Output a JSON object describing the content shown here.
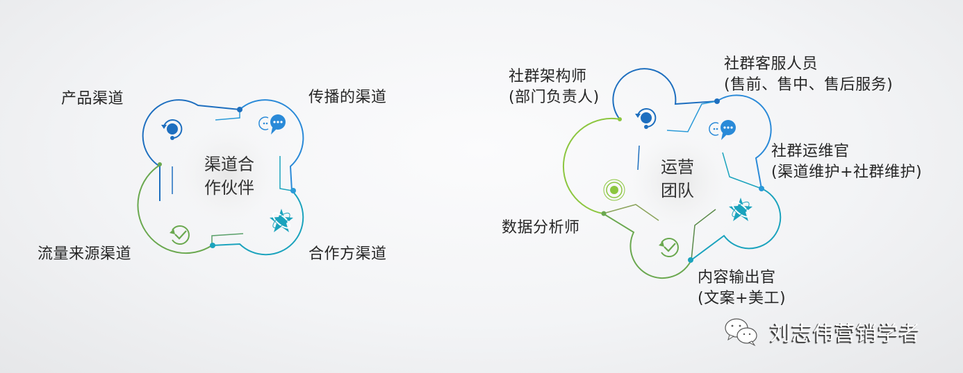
{
  "diagrams": [
    {
      "id": "channel-partners",
      "center_label": "渠道合\n作伙伴",
      "nodes": [
        {
          "label": "产品渠道",
          "icon": "refresh-cycle-icon",
          "color": "#1e6fbf"
        },
        {
          "label": "传播的渠道",
          "icon": "chat-bubble-icon",
          "color": "#2a8ad8"
        },
        {
          "label": "合作方渠道",
          "icon": "atom-star-icon",
          "color": "#1ba3bd"
        },
        {
          "label": "流量来源渠道",
          "icon": "check-circle-icon",
          "color": "#6aa84f"
        }
      ]
    },
    {
      "id": "operations-team",
      "center_label": "运营\n团队",
      "nodes": [
        {
          "label": "社群架构师",
          "sublabel": "(部门负责人)",
          "icon": "refresh-cycle-icon",
          "color": "#1e6fbf"
        },
        {
          "label": "社群客服人员",
          "sublabel": "(售前、售中、售后服务)",
          "icon": "chat-bubble-icon",
          "color": "#2a8ad8"
        },
        {
          "label": "社群运维官",
          "sublabel": "(渠道维护+社群维护)",
          "icon": "atom-star-icon",
          "color": "#1ba3bd"
        },
        {
          "label": "内容输出官",
          "sublabel": "(文案+美工)",
          "icon": "check-circle-icon",
          "color": "#6aa84f"
        },
        {
          "label": "数据分析师",
          "icon": "target-dot-icon",
          "color": "#8cc63f"
        }
      ]
    }
  ],
  "watermark": {
    "icon": "wechat-icon",
    "text": "刘志伟营销学者"
  },
  "colors": {
    "blue_dark": "#1e6fbf",
    "blue": "#2a8ad8",
    "teal": "#1ba3bd",
    "green": "#6aa84f",
    "lime": "#8cc63f",
    "center_fill": "#ececec"
  }
}
